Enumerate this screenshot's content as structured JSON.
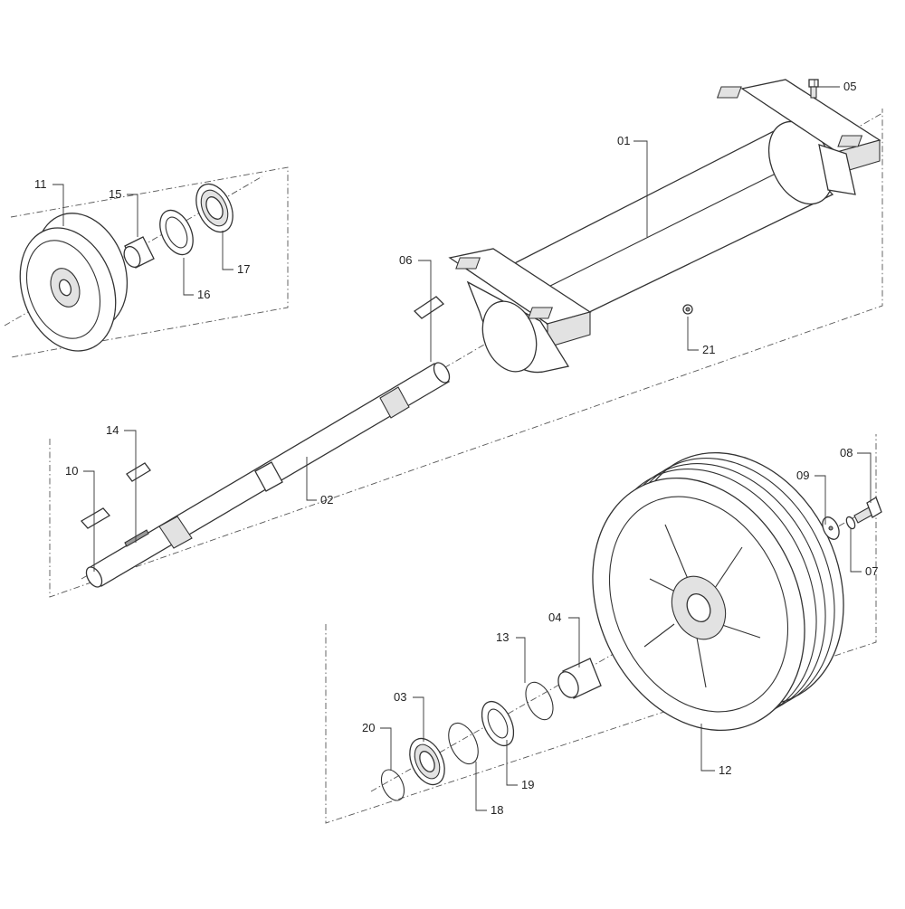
{
  "callouts": [
    {
      "id": "01",
      "label": "01"
    },
    {
      "id": "02",
      "label": "02"
    },
    {
      "id": "03",
      "label": "03"
    },
    {
      "id": "04",
      "label": "04"
    },
    {
      "id": "05",
      "label": "05"
    },
    {
      "id": "06",
      "label": "06"
    },
    {
      "id": "07",
      "label": "07"
    },
    {
      "id": "08",
      "label": "08"
    },
    {
      "id": "09",
      "label": "09"
    },
    {
      "id": "10",
      "label": "10"
    },
    {
      "id": "11",
      "label": "11"
    },
    {
      "id": "12",
      "label": "12"
    },
    {
      "id": "13",
      "label": "13"
    },
    {
      "id": "14",
      "label": "14"
    },
    {
      "id": "15",
      "label": "15"
    },
    {
      "id": "16",
      "label": "16"
    },
    {
      "id": "17",
      "label": "17"
    },
    {
      "id": "18",
      "label": "18"
    },
    {
      "id": "19",
      "label": "19"
    },
    {
      "id": "20",
      "label": "20"
    },
    {
      "id": "21",
      "label": "21"
    }
  ]
}
